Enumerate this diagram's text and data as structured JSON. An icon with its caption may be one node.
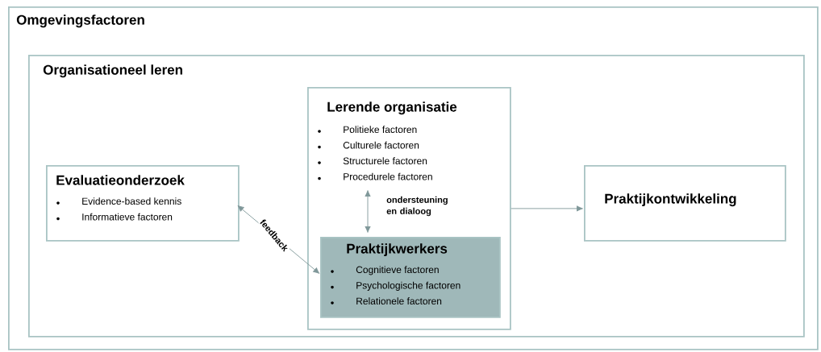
{
  "diagram": {
    "nodes": [
      {
        "text": [
          "Omgevingsfactoren"
        ]
      },
      {
        "text": [
          "Organisationeel leren"
        ],
        "in": 0
      },
      {
        "text": [
          "Evaluatieonderzoek",
          "Evidence-based kennis",
          "Informatieve factoren"
        ],
        "in": 1
      },
      {
        "text": [
          "Lerende organisatie",
          "Politieke factoren",
          "Culturele factoren",
          "Structurele factoren",
          "Procedurele factoren"
        ],
        "in": 1
      },
      {
        "text": [
          "Praktijkwerkers",
          "Cognitieve factoren",
          "Psychologische factoren",
          "Relationele factoren"
        ],
        "in": 3
      },
      {
        "text": [
          "Praktijkontwikkeling"
        ],
        "in": 1
      }
    ],
    "edges": [
      {
        "from": 2,
        "to": 4,
        "arrow": "both",
        "label": "feedback"
      },
      {
        "from": null,
        "to": 4,
        "arrow": "both",
        "label": "ondersteuning en dialoog"
      },
      {
        "from": 3,
        "to": 5,
        "arrow": "to"
      }
    ]
  }
}
